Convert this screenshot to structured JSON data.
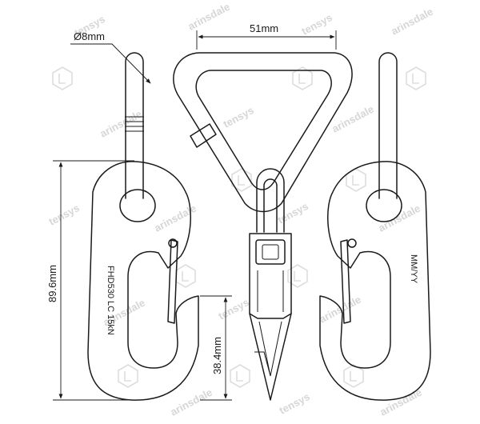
{
  "dimensions": {
    "rod_diameter": "Ø8mm",
    "ring_width": "51mm",
    "hook_height": "89.6mm",
    "throat_height": "38.4mm"
  },
  "markings": {
    "left_hook": "FHD530 LC 15kN",
    "right_hook": "MM/YY"
  },
  "watermark": {
    "brand_a": "tensys",
    "brand_b": "arinsdale"
  }
}
